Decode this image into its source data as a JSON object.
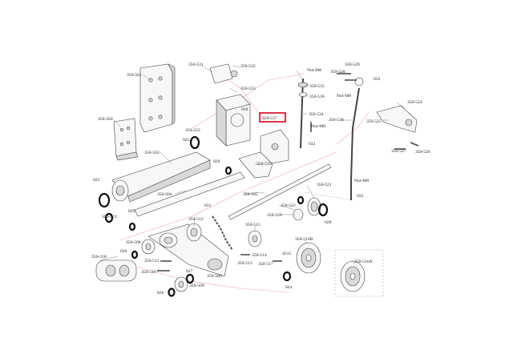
{
  "labels": {
    "l501": "350-501",
    "l502": "350-502",
    "l503": "350-503",
    "l504": "350-504",
    "l505": "350-505",
    "l506": "350-506",
    "l508": "350-508",
    "l509": "350-509",
    "l510": "350-510",
    "l511": "350-511",
    "l512": "350-512",
    "l513": "350-513",
    "l514": "350-514",
    "l515": "350-515",
    "l516a": "350-516A",
    "l516b": "350-516B",
    "l517": "350-517",
    "l518": "350-518",
    "l519": "350-519",
    "l520": "350-520",
    "l521": "350-521",
    "l522": "350-522",
    "l523a": "350-523",
    "l523b": "350-523",
    "l524": "350-524",
    "l525": "350-525",
    "l526": "350-526",
    "l527": "350-527",
    "l528": "350-528",
    "l529": "350-529",
    "l530": "350-530",
    "l531": "350-531",
    "l532": "350-532",
    "l533": "350-533",
    "l534": "350-534",
    "l535": "350-535",
    "l536": "350-536",
    "l537": "350-537",
    "n024": "024",
    "n025a": "025",
    "n025b": "025",
    "n026a": "026",
    "n026b": "026",
    "n027": "027",
    "n028": "028",
    "n029a": "029",
    "n029b": "029",
    "n030": "030",
    "n031": "031",
    "n032a": "032",
    "n032b": "032",
    "n032c": "032",
    "nut1": "Nut-M8",
    "nut2": "Nut-M8",
    "nut3": "Nut-M8",
    "nut4": "Nut-M8",
    "n4515": "4515"
  },
  "highlight_color": "#d0021b"
}
